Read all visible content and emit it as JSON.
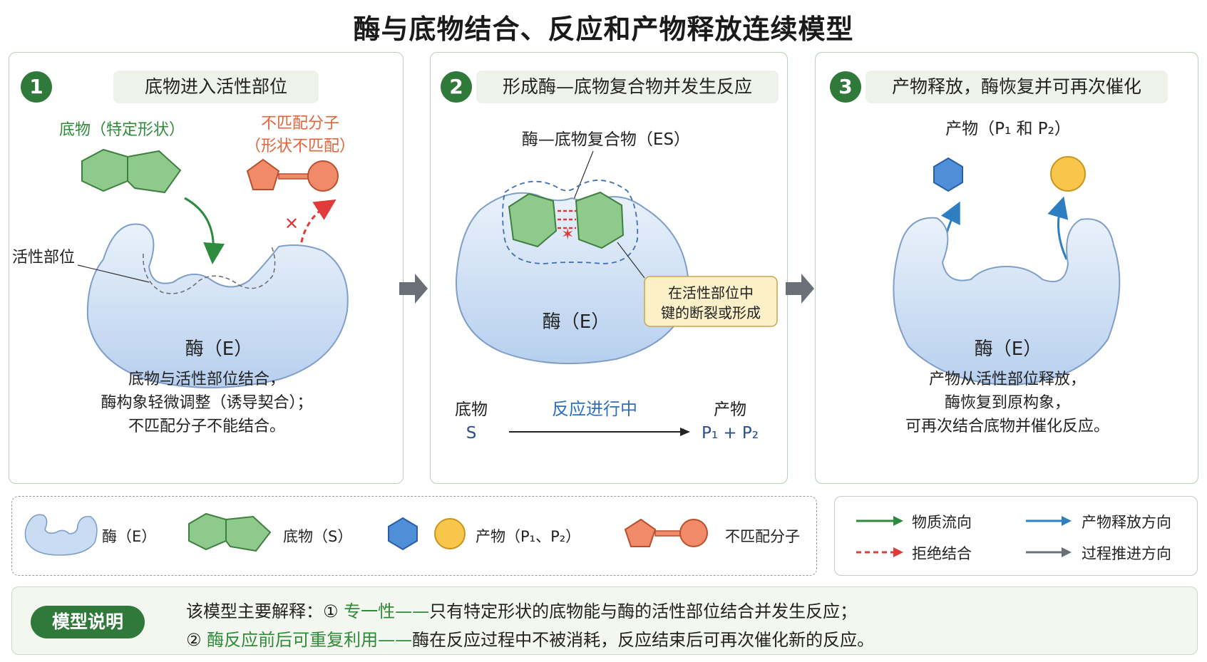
{
  "title": "酶与底物结合、反应和产物释放连续模型",
  "panels": [
    {
      "number": "1",
      "header": "底物进入活性部位",
      "substrate_label": "底物（特定形状）",
      "mismatch_label_1": "不匹配分子",
      "mismatch_label_2": "（形状不匹配）",
      "active_site_label": "活性部位",
      "enzyme_label": "酶（E）",
      "caption": [
        "底物与活性部位结合，",
        "酶构象轻微调整（诱导契合）；",
        "不匹配分子不能结合。"
      ]
    },
    {
      "number": "2",
      "header": "形成酶—底物复合物并发生反应",
      "complex_label": "酶—底物复合物（ES）",
      "callout_1": "在活性部位中",
      "callout_2": "键的断裂或形成",
      "enzyme_label": "酶（E）",
      "substrate_word": "底物",
      "substrate_symbol": "S",
      "reaction_label": "反应进行中",
      "product_word": "产物",
      "product_symbol": "P₁ + P₂"
    },
    {
      "number": "3",
      "header": "产物释放，酶恢复并可再次催化",
      "product_label": "产物（P₁ 和 P₂）",
      "enzyme_label": "酶（E）",
      "caption": [
        "产物从活性部位释放，",
        "酶恢复到原构象，",
        "可再次结合底物并催化反应。"
      ]
    }
  ],
  "legend": {
    "enzyme": "酶（E）",
    "substrate": "底物（S）",
    "products": "产物（P₁、P₂）",
    "mismatch": "不匹配分子"
  },
  "arrow_legend": {
    "flow": "物质流向",
    "release": "产物释放方向",
    "reject": "拒绝结合",
    "process": "过程推进方向"
  },
  "explain": {
    "tag": "模型说明",
    "line1_prefix": "该模型主要解释：① ",
    "line1_highlight": "专一性——",
    "line1_rest": "只有特定形状的底物能与酶的活性部位结合并发生反应；",
    "line2_prefix": "② ",
    "line2_highlight": "酶反应前后可重复利用——",
    "line2_rest": "酶在反应过程中不被消耗，反应结束后可再次催化新的反应。"
  },
  "colors": {
    "green_accent": "#2f7a3a",
    "substrate_fill": "#8fca8d",
    "mismatch_fill": "#f08a68",
    "product_blue": "#4f8fd8",
    "product_yellow": "#f7c64a",
    "enzyme_fill": "#c9dcf2",
    "flow_arrow": "#2e8b3e",
    "release_arrow": "#2d7fc1",
    "reject_arrow": "#e03a3a",
    "process_arrow": "#6b7078"
  }
}
